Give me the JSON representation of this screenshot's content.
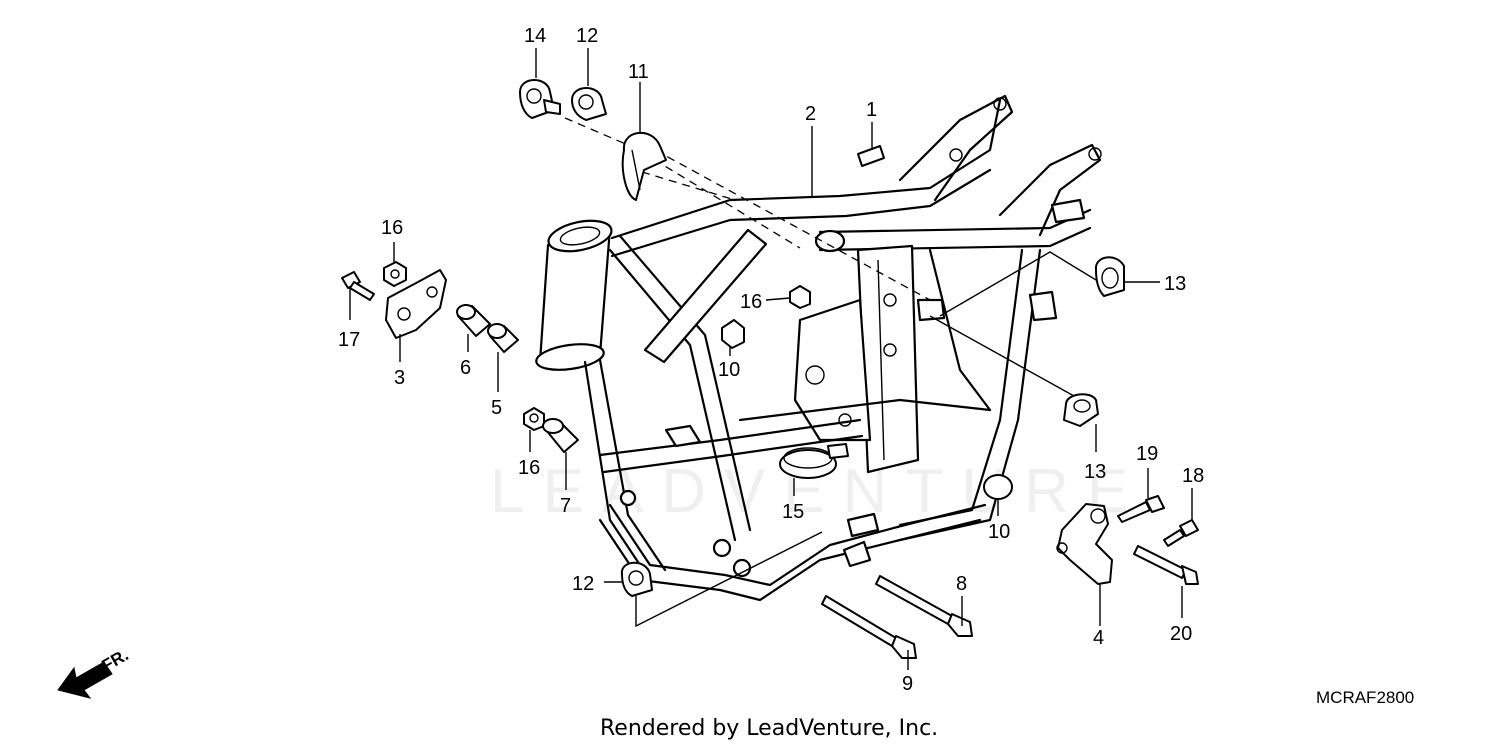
{
  "diagram": {
    "watermark": "LEADVENTURE",
    "direction_label": "FR.",
    "diagram_code": "MCRAF2800",
    "footer": "Rendered by LeadVenture, Inc.",
    "callouts": {
      "c1": "1",
      "c2": "2",
      "c3": "3",
      "c4": "4",
      "c5": "5",
      "c6": "6",
      "c7": "7",
      "c8": "8",
      "c9": "9",
      "c10a": "10",
      "c10b": "10",
      "c11": "11",
      "c12a": "12",
      "c12b": "12",
      "c13a": "13",
      "c13b": "13",
      "c14": "14",
      "c15": "15",
      "c16a": "16",
      "c16b": "16",
      "c16c": "16",
      "c17": "17",
      "c18": "18",
      "c19": "19",
      "c20": "20"
    }
  }
}
